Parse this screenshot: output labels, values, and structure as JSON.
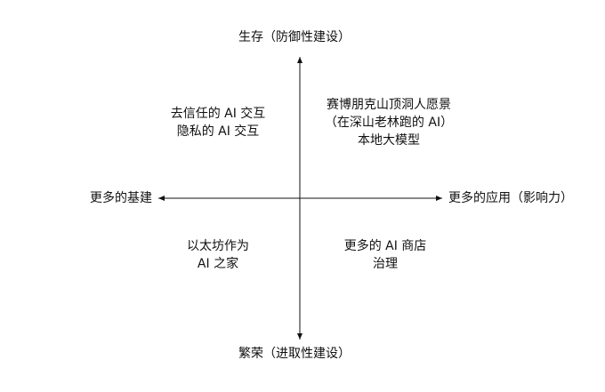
{
  "axes": {
    "top": "生存（防御性建设）",
    "bottom": "繁荣（进取性建设）",
    "left": "更多的基建",
    "right": "更多的应用（影响力）"
  },
  "quadrants": {
    "top_left": [
      "去信任的 AI 交互",
      "隐私的 AI 交互"
    ],
    "top_right": [
      "赛博朋克山顶洞人愿景",
      "（在深山老林跑的 AI）",
      "本地大模型"
    ],
    "bottom_left": [
      "以太坊作为",
      "AI 之家"
    ],
    "bottom_right": [
      "更多的 AI 商店",
      "治理"
    ]
  }
}
